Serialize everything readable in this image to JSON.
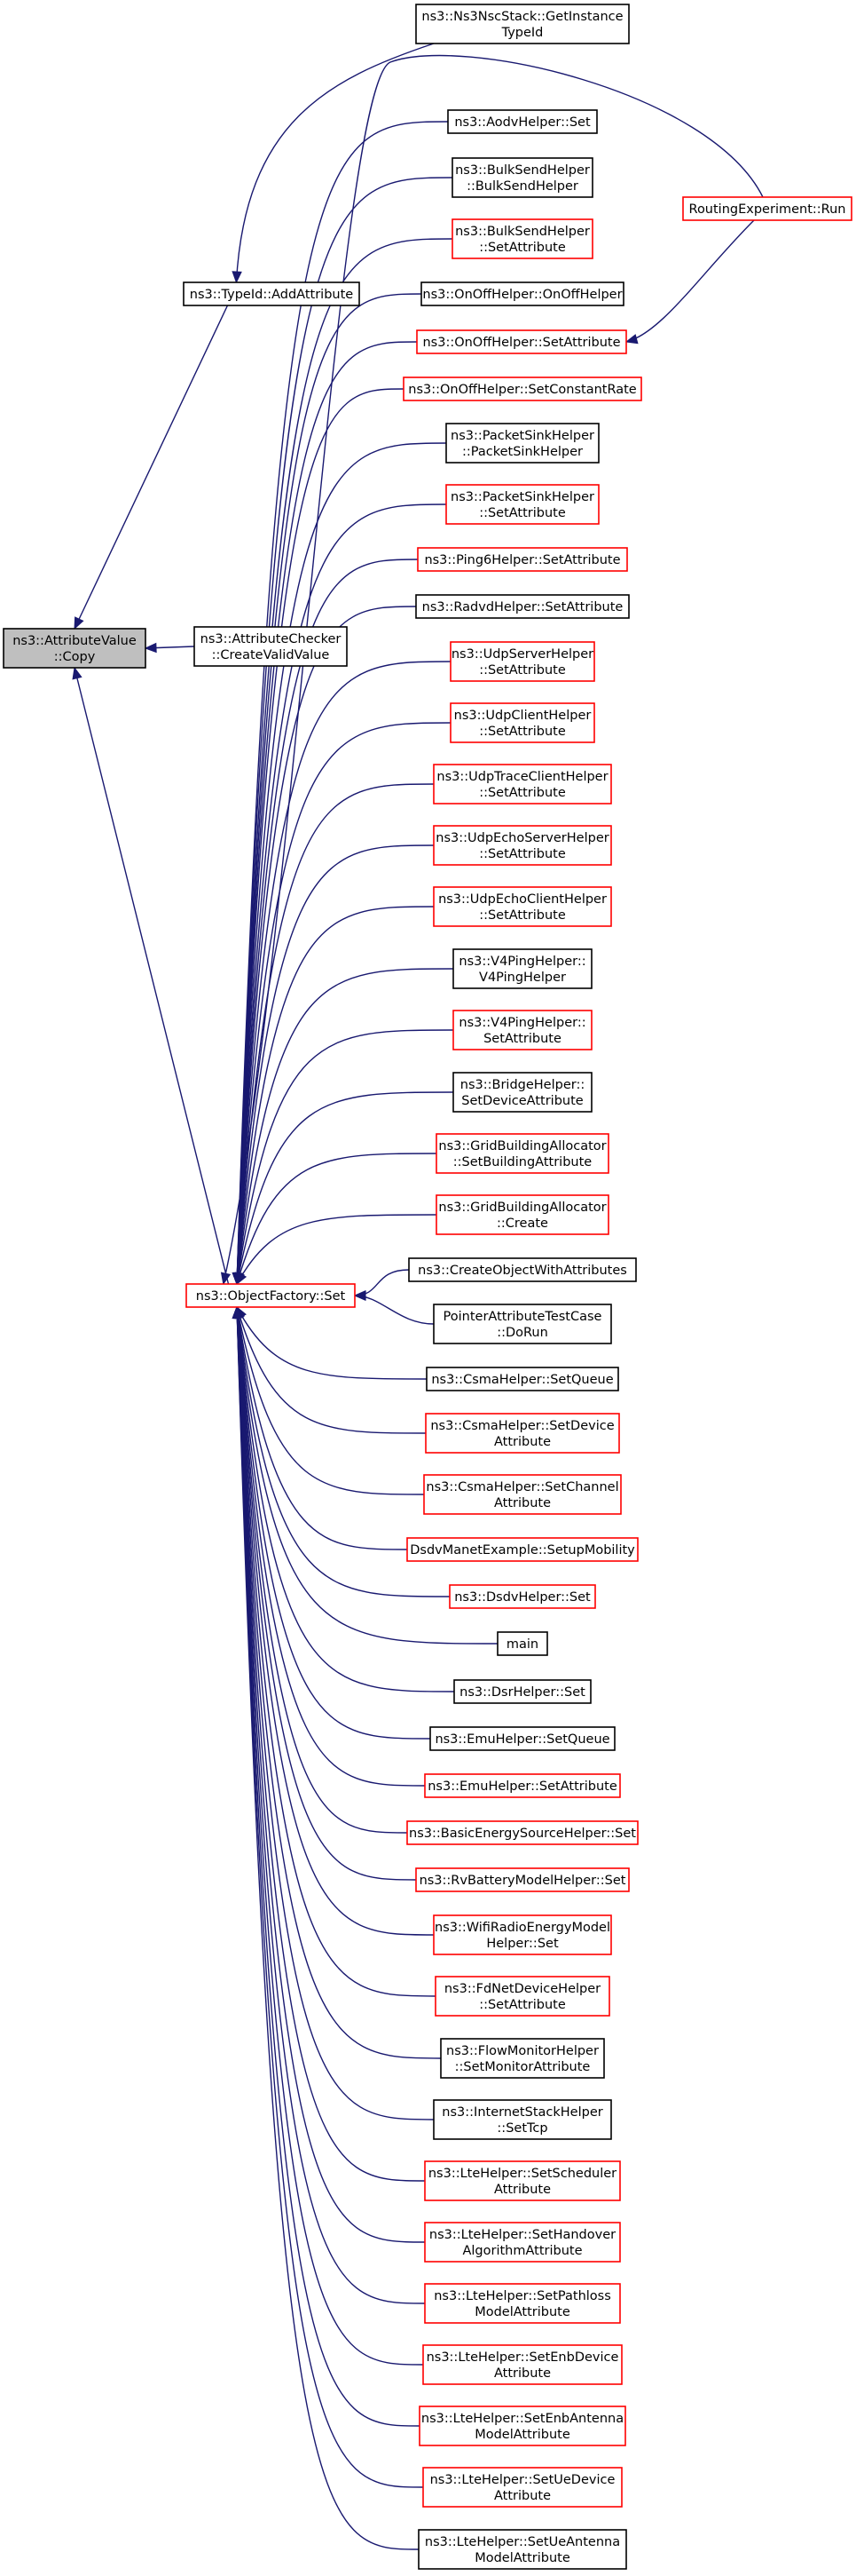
{
  "diagram": {
    "nodes": [
      {
        "id": "copy",
        "lines": [
          "ns3::AttributeValue",
          "::Copy"
        ],
        "style": "root"
      },
      {
        "id": "addattr",
        "lines": [
          "ns3::TypeId::AddAttribute"
        ],
        "style": "black"
      },
      {
        "id": "checker",
        "lines": [
          "ns3::AttributeChecker",
          "::CreateValidValue"
        ],
        "style": "black"
      },
      {
        "id": "ofset",
        "lines": [
          "ns3::ObjectFactory::Set"
        ],
        "style": "red"
      },
      {
        "id": "nsc",
        "lines": [
          "ns3::Ns3NscStack::GetInstance",
          "TypeId"
        ],
        "style": "black"
      },
      {
        "id": "routing",
        "lines": [
          "RoutingExperiment::Run"
        ],
        "style": "red"
      },
      {
        "id": "aodv",
        "lines": [
          "ns3::AodvHelper::Set"
        ],
        "style": "black"
      },
      {
        "id": "bulkctor",
        "lines": [
          "ns3::BulkSendHelper",
          "::BulkSendHelper"
        ],
        "style": "black"
      },
      {
        "id": "bulkset",
        "lines": [
          "ns3::BulkSendHelper",
          "::SetAttribute"
        ],
        "style": "red"
      },
      {
        "id": "onoffctor",
        "lines": [
          "ns3::OnOffHelper::OnOffHelper"
        ],
        "style": "black"
      },
      {
        "id": "onoffset",
        "lines": [
          "ns3::OnOffHelper::SetAttribute"
        ],
        "style": "red"
      },
      {
        "id": "onoffrate",
        "lines": [
          "ns3::OnOffHelper::SetConstantRate"
        ],
        "style": "red"
      },
      {
        "id": "pktctor",
        "lines": [
          "ns3::PacketSinkHelper",
          "::PacketSinkHelper"
        ],
        "style": "black"
      },
      {
        "id": "pktset",
        "lines": [
          "ns3::PacketSinkHelper",
          "::SetAttribute"
        ],
        "style": "red"
      },
      {
        "id": "ping6",
        "lines": [
          "ns3::Ping6Helper::SetAttribute"
        ],
        "style": "red"
      },
      {
        "id": "radvd",
        "lines": [
          "ns3::RadvdHelper::SetAttribute"
        ],
        "style": "black"
      },
      {
        "id": "udpserver",
        "lines": [
          "ns3::UdpServerHelper",
          "::SetAttribute"
        ],
        "style": "red"
      },
      {
        "id": "udpclient",
        "lines": [
          "ns3::UdpClientHelper",
          "::SetAttribute"
        ],
        "style": "red"
      },
      {
        "id": "udptrace",
        "lines": [
          "ns3::UdpTraceClientHelper",
          "::SetAttribute"
        ],
        "style": "red"
      },
      {
        "id": "udpechoserver",
        "lines": [
          "ns3::UdpEchoServerHelper",
          "::SetAttribute"
        ],
        "style": "red"
      },
      {
        "id": "udpechoclient",
        "lines": [
          "ns3::UdpEchoClientHelper",
          "::SetAttribute"
        ],
        "style": "red"
      },
      {
        "id": "v4ctor",
        "lines": [
          "ns3::V4PingHelper::",
          "V4PingHelper"
        ],
        "style": "black"
      },
      {
        "id": "v4set",
        "lines": [
          "ns3::V4PingHelper::",
          "SetAttribute"
        ],
        "style": "red"
      },
      {
        "id": "bridge",
        "lines": [
          "ns3::BridgeHelper::",
          "SetDeviceAttribute"
        ],
        "style": "black"
      },
      {
        "id": "gridset",
        "lines": [
          "ns3::GridBuildingAllocator",
          "::SetBuildingAttribute"
        ],
        "style": "red"
      },
      {
        "id": "gridcreate",
        "lines": [
          "ns3::GridBuildingAllocator",
          "::Create"
        ],
        "style": "red"
      },
      {
        "id": "createobj",
        "lines": [
          "ns3::CreateObjectWithAttributes"
        ],
        "style": "black"
      },
      {
        "id": "pointertest",
        "lines": [
          "PointerAttributeTestCase",
          "::DoRun"
        ],
        "style": "black"
      },
      {
        "id": "csmaqueue",
        "lines": [
          "ns3::CsmaHelper::SetQueue"
        ],
        "style": "black"
      },
      {
        "id": "csmadevice",
        "lines": [
          "ns3::CsmaHelper::SetDevice",
          "Attribute"
        ],
        "style": "red"
      },
      {
        "id": "csmachannel",
        "lines": [
          "ns3::CsmaHelper::SetChannel",
          "Attribute"
        ],
        "style": "red"
      },
      {
        "id": "dsdvmanet",
        "lines": [
          "DsdvManetExample::SetupMobility"
        ],
        "style": "red"
      },
      {
        "id": "dsdvset",
        "lines": [
          "ns3::DsdvHelper::Set"
        ],
        "style": "red"
      },
      {
        "id": "main",
        "lines": [
          "main"
        ],
        "style": "black"
      },
      {
        "id": "dsr",
        "lines": [
          "ns3::DsrHelper::Set"
        ],
        "style": "black"
      },
      {
        "id": "emuqueue",
        "lines": [
          "ns3::EmuHelper::SetQueue"
        ],
        "style": "black"
      },
      {
        "id": "emuattr",
        "lines": [
          "ns3::EmuHelper::SetAttribute"
        ],
        "style": "red"
      },
      {
        "id": "basicenergy",
        "lines": [
          "ns3::BasicEnergySourceHelper::Set"
        ],
        "style": "red"
      },
      {
        "id": "rvbattery",
        "lines": [
          "ns3::RvBatteryModelHelper::Set"
        ],
        "style": "red"
      },
      {
        "id": "wifiradio",
        "lines": [
          "ns3::WifiRadioEnergyModel",
          "Helper::Set"
        ],
        "style": "red"
      },
      {
        "id": "fdnet",
        "lines": [
          "ns3::FdNetDeviceHelper",
          "::SetAttribute"
        ],
        "style": "red"
      },
      {
        "id": "flowmon",
        "lines": [
          "ns3::FlowMonitorHelper",
          "::SetMonitorAttribute"
        ],
        "style": "black"
      },
      {
        "id": "internettcp",
        "lines": [
          "ns3::InternetStackHelper",
          "::SetTcp"
        ],
        "style": "black"
      },
      {
        "id": "ltesched",
        "lines": [
          "ns3::LteHelper::SetScheduler",
          "Attribute"
        ],
        "style": "red"
      },
      {
        "id": "ltehandover",
        "lines": [
          "ns3::LteHelper::SetHandover",
          "AlgorithmAttribute"
        ],
        "style": "red"
      },
      {
        "id": "ltepathloss",
        "lines": [
          "ns3::LteHelper::SetPathloss",
          "ModelAttribute"
        ],
        "style": "red"
      },
      {
        "id": "lteenbdev",
        "lines": [
          "ns3::LteHelper::SetEnbDevice",
          "Attribute"
        ],
        "style": "red"
      },
      {
        "id": "lteenbant",
        "lines": [
          "ns3::LteHelper::SetEnbAntenna",
          "ModelAttribute"
        ],
        "style": "red"
      },
      {
        "id": "ltuedev",
        "lines": [
          "ns3::LteHelper::SetUeDevice",
          "Attribute"
        ],
        "style": "red"
      },
      {
        "id": "lteueant",
        "lines": [
          "ns3::LteHelper::SetUeAntenna",
          "ModelAttribute"
        ],
        "style": "black"
      }
    ],
    "edges": [
      {
        "from": "addattr",
        "to": "copy"
      },
      {
        "from": "checker",
        "to": "copy"
      },
      {
        "from": "ofset",
        "to": "copy"
      },
      {
        "from": "nsc",
        "to": "addattr"
      },
      {
        "from": "routing",
        "to": "ofset"
      },
      {
        "from": "routing",
        "to": "onoffset"
      },
      {
        "from": "aodv",
        "to": "ofset"
      },
      {
        "from": "bulkctor",
        "to": "ofset"
      },
      {
        "from": "bulkset",
        "to": "ofset"
      },
      {
        "from": "onoffctor",
        "to": "ofset"
      },
      {
        "from": "onoffset",
        "to": "ofset"
      },
      {
        "from": "onoffrate",
        "to": "ofset"
      },
      {
        "from": "pktctor",
        "to": "ofset"
      },
      {
        "from": "pktset",
        "to": "ofset"
      },
      {
        "from": "ping6",
        "to": "ofset"
      },
      {
        "from": "radvd",
        "to": "ofset"
      },
      {
        "from": "udpserver",
        "to": "ofset"
      },
      {
        "from": "udpclient",
        "to": "ofset"
      },
      {
        "from": "udptrace",
        "to": "ofset"
      },
      {
        "from": "udpechoserver",
        "to": "ofset"
      },
      {
        "from": "udpechoclient",
        "to": "ofset"
      },
      {
        "from": "v4ctor",
        "to": "ofset"
      },
      {
        "from": "v4set",
        "to": "ofset"
      },
      {
        "from": "bridge",
        "to": "ofset"
      },
      {
        "from": "gridset",
        "to": "ofset"
      },
      {
        "from": "gridcreate",
        "to": "ofset"
      },
      {
        "from": "createobj",
        "to": "ofset"
      },
      {
        "from": "pointertest",
        "to": "ofset"
      },
      {
        "from": "csmaqueue",
        "to": "ofset"
      },
      {
        "from": "csmadevice",
        "to": "ofset"
      },
      {
        "from": "csmachannel",
        "to": "ofset"
      },
      {
        "from": "dsdvmanet",
        "to": "ofset"
      },
      {
        "from": "dsdvset",
        "to": "ofset"
      },
      {
        "from": "main",
        "to": "ofset"
      },
      {
        "from": "dsr",
        "to": "ofset"
      },
      {
        "from": "emuqueue",
        "to": "ofset"
      },
      {
        "from": "emuattr",
        "to": "ofset"
      },
      {
        "from": "basicenergy",
        "to": "ofset"
      },
      {
        "from": "rvbattery",
        "to": "ofset"
      },
      {
        "from": "wifiradio",
        "to": "ofset"
      },
      {
        "from": "fdnet",
        "to": "ofset"
      },
      {
        "from": "flowmon",
        "to": "ofset"
      },
      {
        "from": "internettcp",
        "to": "ofset"
      },
      {
        "from": "ltesched",
        "to": "ofset"
      },
      {
        "from": "ltehandover",
        "to": "ofset"
      },
      {
        "from": "ltepathloss",
        "to": "ofset"
      },
      {
        "from": "lteenbdev",
        "to": "ofset"
      },
      {
        "from": "lteenbant",
        "to": "ofset"
      },
      {
        "from": "ltuedev",
        "to": "ofset"
      },
      {
        "from": "lteueant",
        "to": "ofset"
      }
    ],
    "colors": {
      "edge": "#191970",
      "root_fill": "#bfbfbf",
      "red_border": "#ff0000",
      "black_border": "#000000"
    }
  }
}
